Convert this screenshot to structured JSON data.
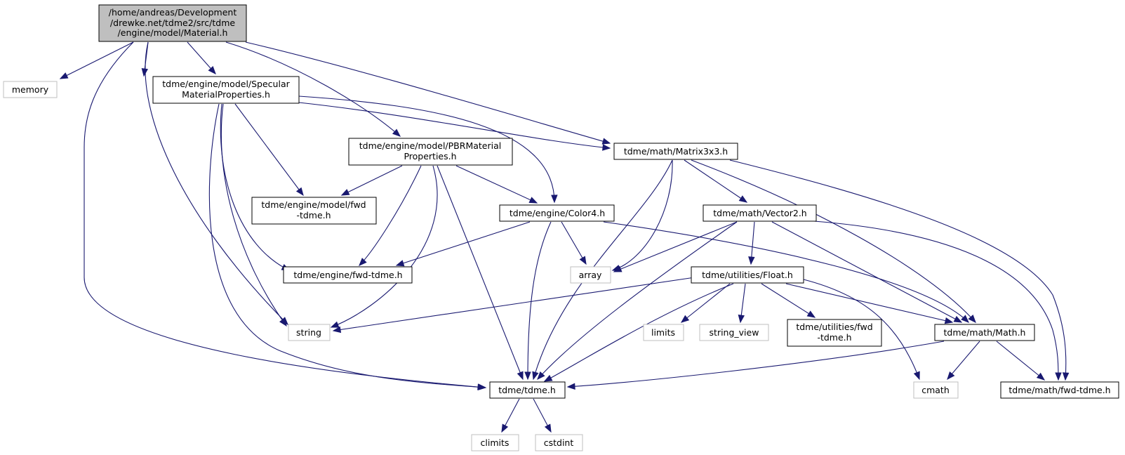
{
  "diagram": {
    "type": "include-dependency-graph",
    "colors": {
      "edge": "#191970",
      "root_fill": "#bfbfbf",
      "node_border": "#000000",
      "system_border": "#bfbfbf",
      "background": "#ffffff"
    },
    "nodes": {
      "root": {
        "lines": [
          "/home/andreas/Development",
          "/drewke.net/tdme2/src/tdme",
          "/engine/model/Material.h"
        ]
      },
      "memory": {
        "lines": [
          "memory"
        ]
      },
      "specular": {
        "lines": [
          "tdme/engine/model/Specular",
          "MaterialProperties.h"
        ]
      },
      "pbr": {
        "lines": [
          "tdme/engine/model/PBRMaterial",
          "Properties.h"
        ]
      },
      "matrix3x3": {
        "lines": [
          "tdme/math/Matrix3x3.h"
        ]
      },
      "model_fwd": {
        "lines": [
          "tdme/engine/model/fwd",
          "-tdme.h"
        ]
      },
      "color4": {
        "lines": [
          "tdme/engine/Color4.h"
        ]
      },
      "vector2": {
        "lines": [
          "tdme/math/Vector2.h"
        ]
      },
      "engine_fwd": {
        "lines": [
          "tdme/engine/fwd-tdme.h"
        ]
      },
      "array": {
        "lines": [
          "array"
        ]
      },
      "float": {
        "lines": [
          "tdme/utilities/Float.h"
        ]
      },
      "string": {
        "lines": [
          "string"
        ]
      },
      "limits": {
        "lines": [
          "limits"
        ]
      },
      "string_view": {
        "lines": [
          "string_view"
        ]
      },
      "utilities_fwd": {
        "lines": [
          "tdme/utilities/fwd",
          "-tdme.h"
        ]
      },
      "math": {
        "lines": [
          "tdme/math/Math.h"
        ]
      },
      "tdme": {
        "lines": [
          "tdme/tdme.h"
        ]
      },
      "cmath": {
        "lines": [
          "cmath"
        ]
      },
      "math_fwd": {
        "lines": [
          "tdme/math/fwd-tdme.h"
        ]
      },
      "climits": {
        "lines": [
          "climits"
        ]
      },
      "cstdint": {
        "lines": [
          "cstdint"
        ]
      }
    }
  }
}
